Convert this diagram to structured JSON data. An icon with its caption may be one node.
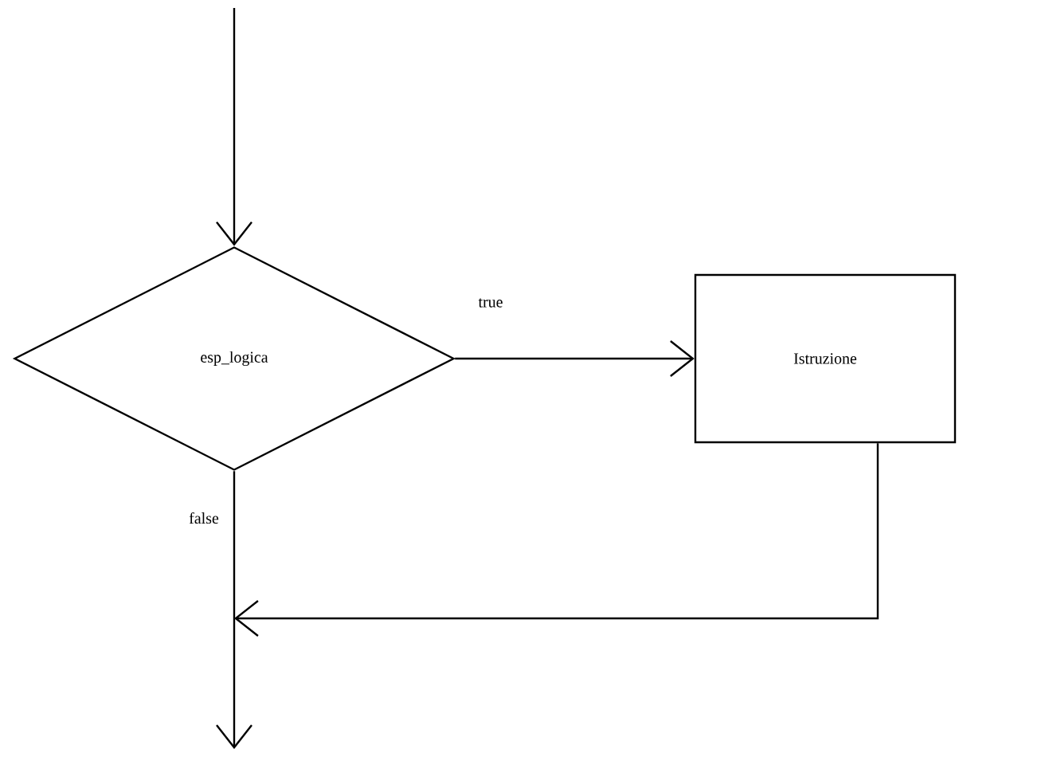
{
  "diagram": {
    "nodes": [
      {
        "text": [
          "esp_logica"
        ]
      },
      {
        "text": [
          "Istruzione"
        ]
      }
    ],
    "edges": [
      {
        "from": null,
        "to": 0,
        "arrow": "to"
      },
      {
        "from": 0,
        "to": 1,
        "arrow": "to",
        "label": "true"
      },
      {
        "from": 0,
        "to": null,
        "arrow": "to",
        "label": "false"
      },
      {
        "from": 1,
        "to": null,
        "arrow": "to"
      }
    ]
  }
}
